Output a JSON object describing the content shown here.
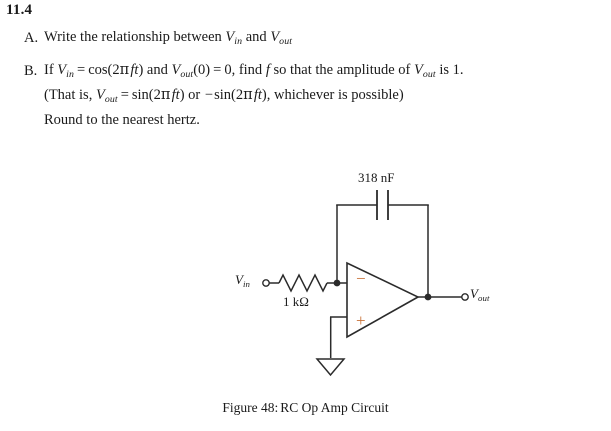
{
  "problem": {
    "number": "11.4",
    "items": [
      {
        "label": "A.",
        "lines": [
          "Write the relationship between V_in and V_out"
        ]
      },
      {
        "label": "B.",
        "lines": [
          "If V_in = cos(2πft) and V_out(0) = 0, find f so that the amplitude of V_out is 1.",
          "(That is, V_out = sin(2πft) or  − sin(2πft), whichever is possible)",
          "Round to the nearest hertz."
        ]
      }
    ]
  },
  "text_fragments": {
    "a_write": "Write the relationship between",
    "a_and": "and",
    "b_if": "If",
    "b_cos": "cos(2πft)",
    "b_and": "and",
    "b_zero_paren": "(0)",
    "b_zero": "0,",
    "b_findf": "find",
    "b_f": "f",
    "b_sothat": "so that the amplitude of",
    "b_is1": "is 1.",
    "b2_thatis": "(That is,",
    "b2_sin": "sin(2πft)",
    "b2_or": "or",
    "b2_minus": "−",
    "b2_sin2": "sin(2πft),",
    "b2_rest": "whichever is possible)",
    "b3": "Round to the nearest hertz.",
    "vin": "V",
    "vin_sub": "in",
    "vout": "V",
    "vout_sub": "out",
    "equals": "=",
    "num_1": "1."
  },
  "figure": {
    "caption_number": "Figure 48:",
    "caption_text": "RC Op Amp Circuit",
    "capacitor_value": "318 nF",
    "resistor_value": "1 kΩ",
    "input_terminal_label_var": "V",
    "input_terminal_label_sub": "in",
    "output_terminal_label_var": "V",
    "output_terminal_label_sub": "out",
    "opamp_inverting_sign": "−",
    "opamp_noninverting_sign": "+",
    "components": [
      {
        "name": "input-resistor",
        "value": "1 kΩ"
      },
      {
        "name": "feedback-capacitor",
        "value": "318 nF"
      },
      {
        "name": "operational-amplifier",
        "value": ""
      },
      {
        "name": "ground",
        "value": ""
      }
    ],
    "colors": {
      "wire": "#2b2b2b",
      "sign": "#c87137",
      "text": "#1a1a1a",
      "background": "#ffffff"
    }
  }
}
